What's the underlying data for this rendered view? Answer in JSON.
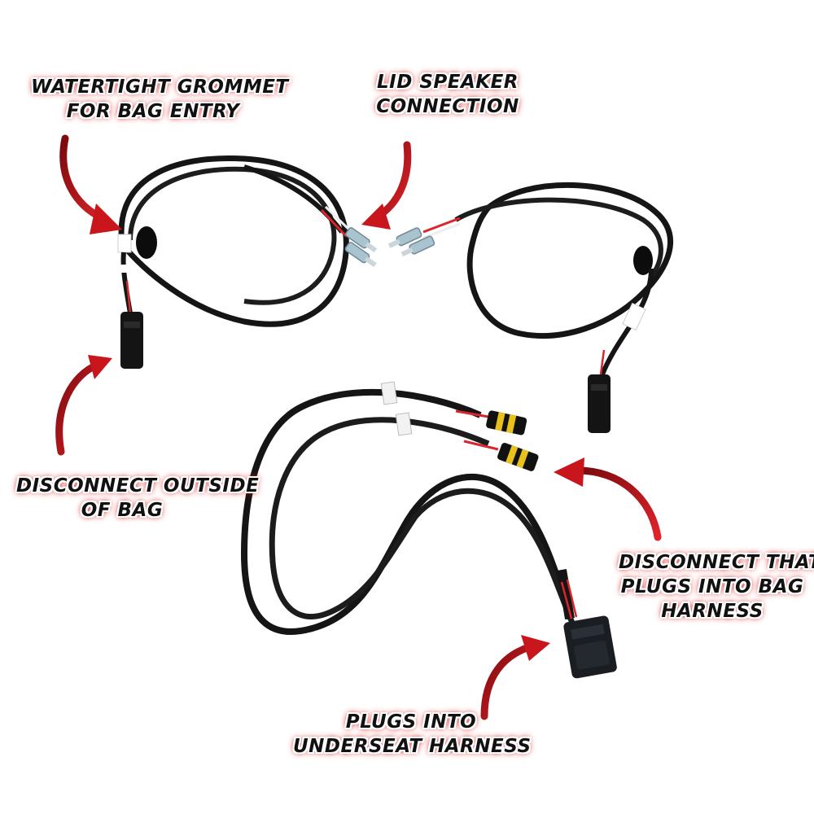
{
  "callouts": {
    "grommet": {
      "line1": "WATERTIGHT GROMMET",
      "line2": "FOR BAG ENTRY"
    },
    "lid_speaker": {
      "line1": "LID SPEAKER",
      "line2": "CONNECTION"
    },
    "disconnect_outside": {
      "line1": "DISCONNECT OUTSIDE",
      "line2": "OF BAG"
    },
    "disconnect_bag": {
      "line1": "DISCONNECT THAT",
      "line2": "PLUGS INTO BAG",
      "line3": "HARNESS"
    },
    "underseat": {
      "line1": "PLUGS INTO",
      "line2": "UNDERSEAT HARNESS"
    }
  },
  "colors": {
    "cable": "#151515",
    "arrow": "#c8161c",
    "red_wire": "#d8262c",
    "terminal": "#a9c3cf",
    "yellow_seal": "#e8c21a",
    "label_glow": "#d41a1a"
  }
}
